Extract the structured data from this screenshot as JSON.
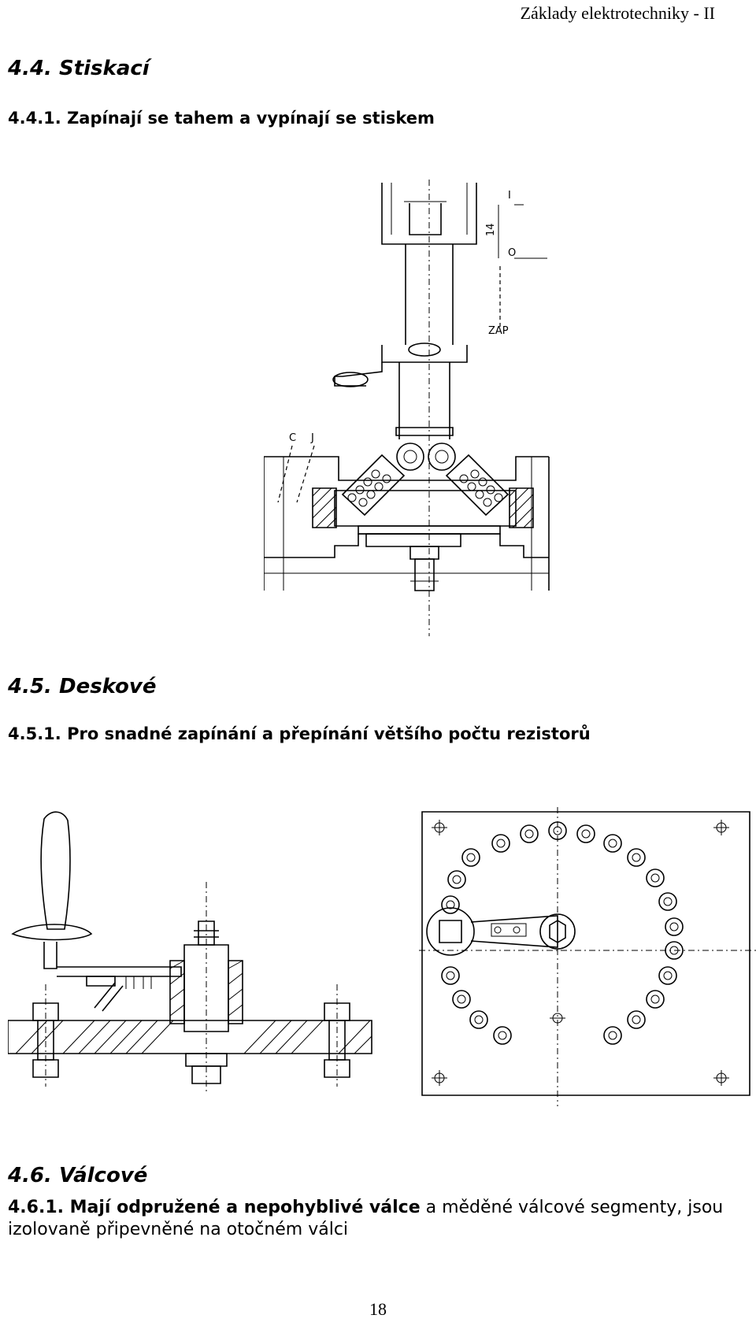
{
  "header": {
    "running_title": "Základy elektrotechniky - II"
  },
  "section_44": {
    "title": "4.4. Stiskací",
    "item_1": "4.4.1. Zapínají se tahem a vypínají se stiskem",
    "figure_labels": {
      "pos_on_top": "I",
      "pos_off": "O",
      "stroke": "14",
      "zap": "ZAP",
      "label_c": "C",
      "label_j": "J"
    }
  },
  "section_45": {
    "title": "4.5. Deskové",
    "item_1": "4.5.1. Pro snadné zapínání a přepínání většího počtu rezistorů"
  },
  "section_46": {
    "title": "4.6. Válcové",
    "item_1_bold": "4.6.1. Mají odpružené a nepohyblivé válce",
    "item_1_rest": " a měděné válcové segmenty, jsou",
    "item_1_line2": "izolovaně připevněné na otočném válci"
  },
  "footer": {
    "page_number": "18"
  }
}
